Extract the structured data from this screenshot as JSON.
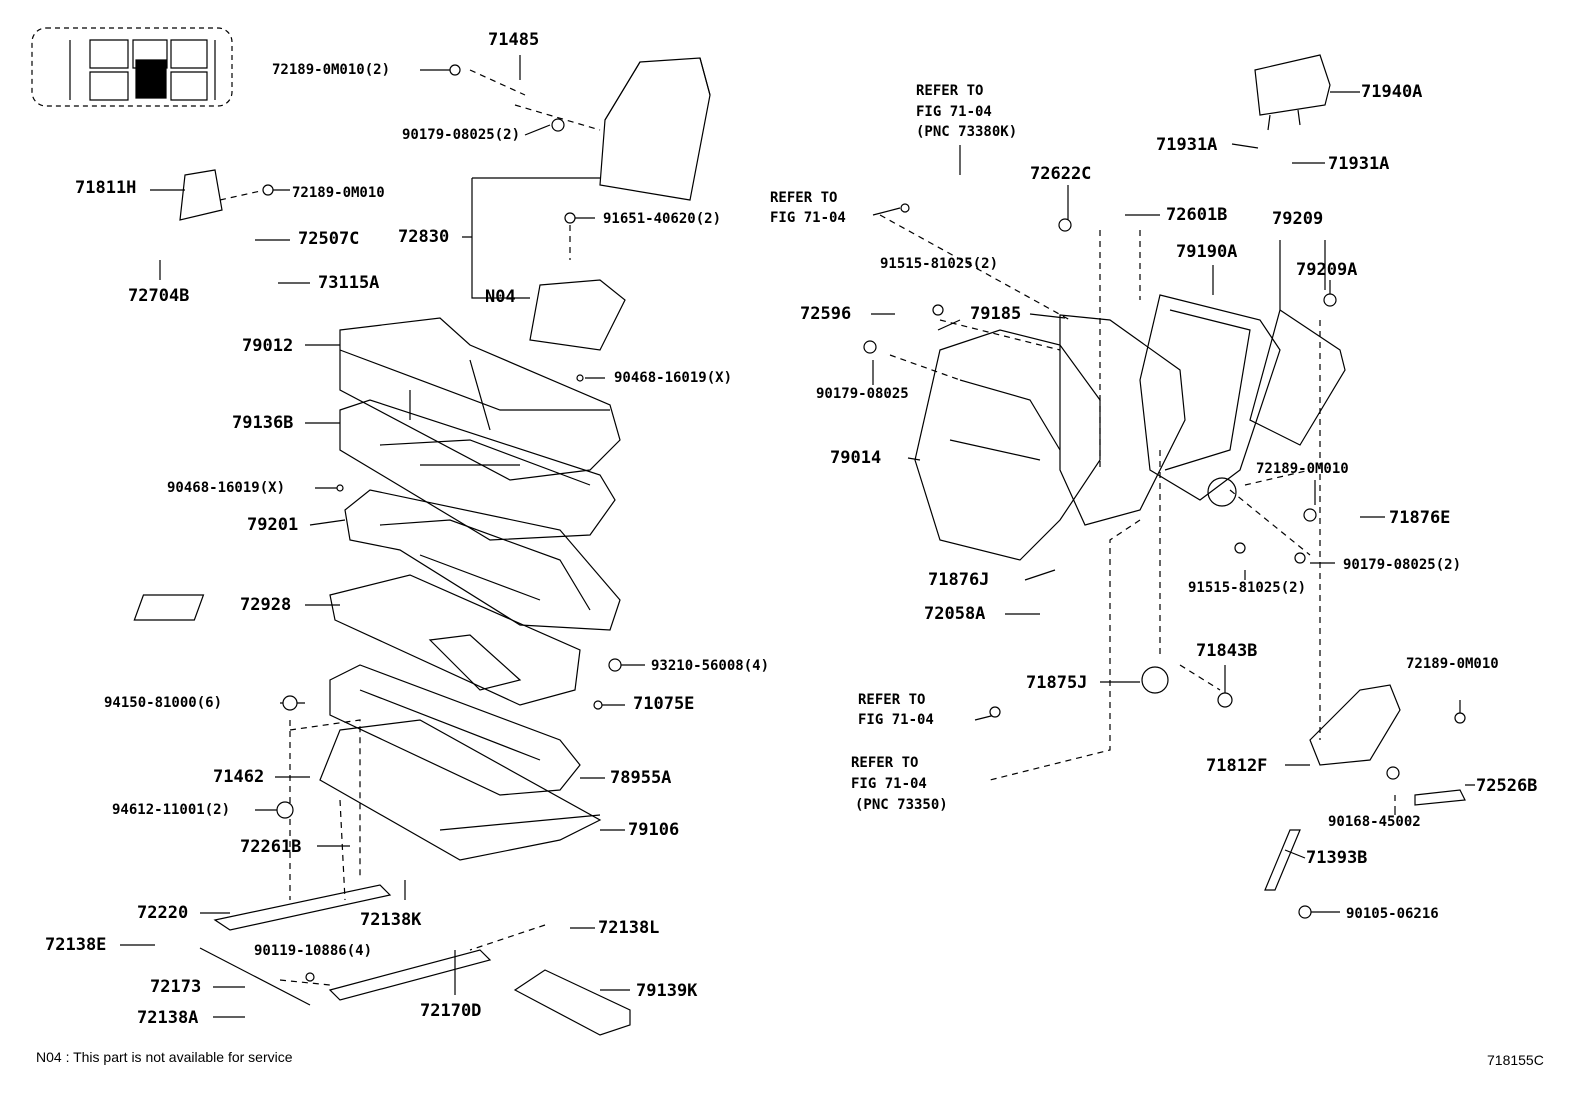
{
  "diagram": {
    "drawing_number": "718155C",
    "footnote": "N04 : This part is not available for service",
    "labels": {
      "p71485": "71485",
      "p72189a": "72189-0M010(2)",
      "p90179a": "90179-08025(2)",
      "p71811h": "71811H",
      "p72189b": "72189-0M010",
      "p72507c": "72507C",
      "p72830": "72830",
      "p91651": "91651-40620(2)",
      "p73115a": "73115A",
      "p72704b": "72704B",
      "pn04": "N04",
      "p79012": "79012",
      "p90468a": "90468-16019(X)",
      "p79136b": "79136B",
      "p90468b": "90468-16019(X)",
      "p79201": "79201",
      "p72928": "72928",
      "p93210": "93210-56008(4)",
      "p94150": "94150-81000(6)",
      "p71075e": "71075E",
      "p71462": "71462",
      "p78955a": "78955A",
      "p94612": "94612-11001(2)",
      "p79106": "79106",
      "p72261b": "72261B",
      "p72220": "72220",
      "p72138k": "72138K",
      "p72138l": "72138L",
      "p72138e": "72138E",
      "p90119": "90119-10886(4)",
      "p72173": "72173",
      "p79139k": "79139K",
      "p72138a": "72138A",
      "p72170d": "72170D",
      "ref1_l1": "REFER TO",
      "ref1_l2": "FIG 71-04",
      "ref1_l3": "(PNC 73380K)",
      "ref2_l1": "REFER TO",
      "ref2_l2": "FIG 71-04",
      "p72622c": "72622C",
      "p72601b": "72601B",
      "p91515a": "91515-81025(2)",
      "p72596": "72596",
      "p79185": "79185",
      "p90179b": "90179-08025",
      "p79014": "79014",
      "p71940a": "71940A",
      "p71931a_l": "71931A",
      "p71931a_r": "71931A",
      "p79209": "79209",
      "p79190a": "79190A",
      "p79209a": "79209A",
      "p72189c": "72189-0M010",
      "p71876e": "71876E",
      "p71876j": "71876J",
      "p91515b": "91515-81025(2)",
      "p90179c": "90179-08025(2)",
      "p72058a": "72058A",
      "p71843b": "71843B",
      "p71875j": "71875J",
      "ref3_l1": "REFER TO",
      "ref3_l2": "FIG 71-04",
      "ref4_l1": "REFER TO",
      "ref4_l2": "FIG 71-04",
      "ref4_l3": "(PNC 73350)",
      "p72189d": "72189-0M010",
      "p71812f": "71812F",
      "p72526b": "72526B",
      "p90168": "90168-45002",
      "p71393b": "71393B",
      "p90105": "90105-06216"
    }
  }
}
